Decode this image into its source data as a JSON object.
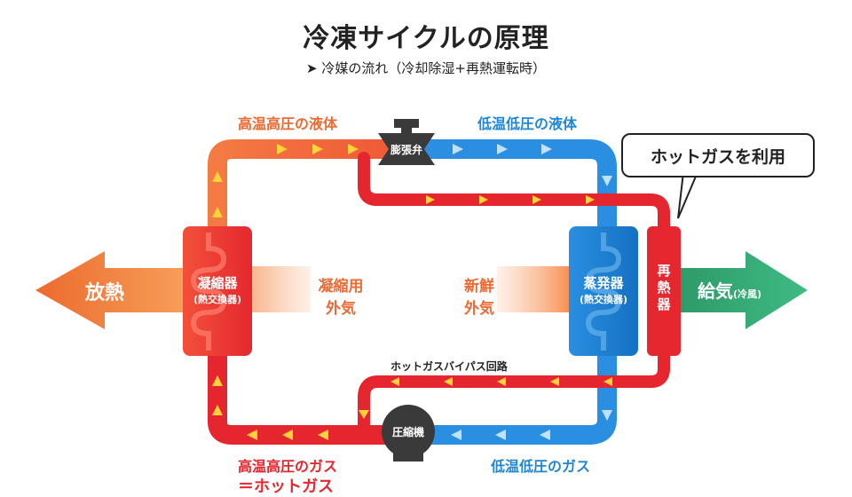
{
  "title": "冷凍サイクルの原理",
  "subtitle": {
    "marker": "➤",
    "text": "冷媒の流れ（冷却除湿+再熱運転時）"
  },
  "labels": {
    "high_liquid": "高温高圧の液体",
    "low_liquid": "低温低圧の液体",
    "high_gas": "高温高圧のガス",
    "hot_gas_eq": "＝ホットガス",
    "low_gas": "低温低圧のガス",
    "bypass": "ホットガスバイパス回路",
    "callout": "ホットガスを利用",
    "heat_release": "放熱",
    "supply_air": "給気",
    "supply_air_note": "(冷風)",
    "condenser_air_1": "凝縮用",
    "condenser_air_2": "外気",
    "fresh_air_1": "新鮮",
    "fresh_air_2": "外気"
  },
  "components": {
    "expansion_valve": "膨張弁",
    "compressor": "圧縮機",
    "condenser_1": "凝縮器",
    "condenser_2": "(熱交換器)",
    "evaporator_1": "蒸発器",
    "evaporator_2": "(熱交換器)",
    "reheater": "再\n熱\n器"
  },
  "colors": {
    "orange": "#ee6a33",
    "blue": "#1f86d8",
    "red": "#e6262e",
    "green": "#3ab27a",
    "dark": "#3a3a3a",
    "arrow_yellow": "#ffd23c"
  }
}
